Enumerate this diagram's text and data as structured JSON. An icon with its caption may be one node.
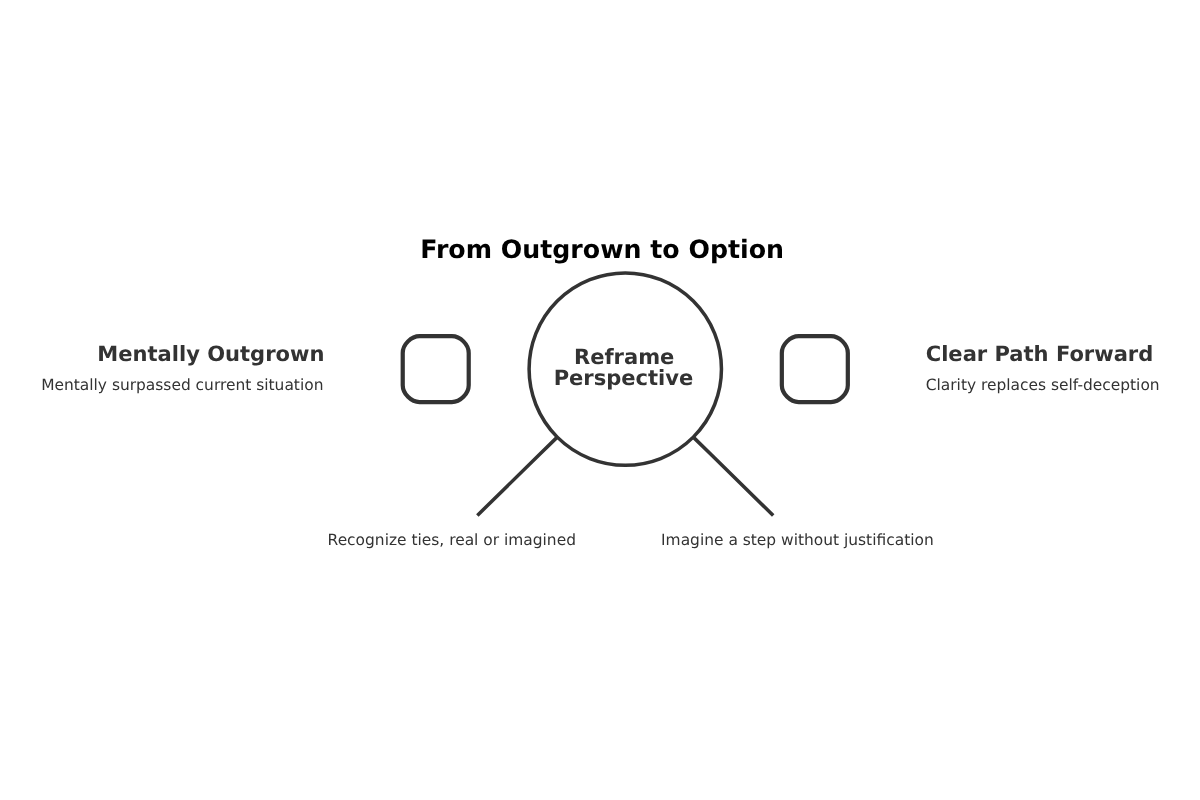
{
  "diagram": {
    "title": "From Outgrown to Option",
    "nodes": [
      {
        "text": [],
        "shape": "box",
        "beside": [
          "Mentally Outgrown",
          "Mentally surpassed current situation"
        ]
      },
      {
        "text": [
          "Reframe Perspective"
        ]
      },
      {
        "text": [],
        "shape": "box",
        "beside": [
          "Clear Path Forward",
          "Clarity replaces self-deception"
        ]
      },
      {
        "text": [
          "Recognize ties, real or imagined"
        ]
      },
      {
        "text": [
          "Imagine a step without justification"
        ]
      }
    ],
    "edges": [
      {
        "from": 1,
        "to": 3,
        "arrow": "none"
      },
      {
        "from": 1,
        "to": 4,
        "arrow": "none"
      }
    ]
  }
}
